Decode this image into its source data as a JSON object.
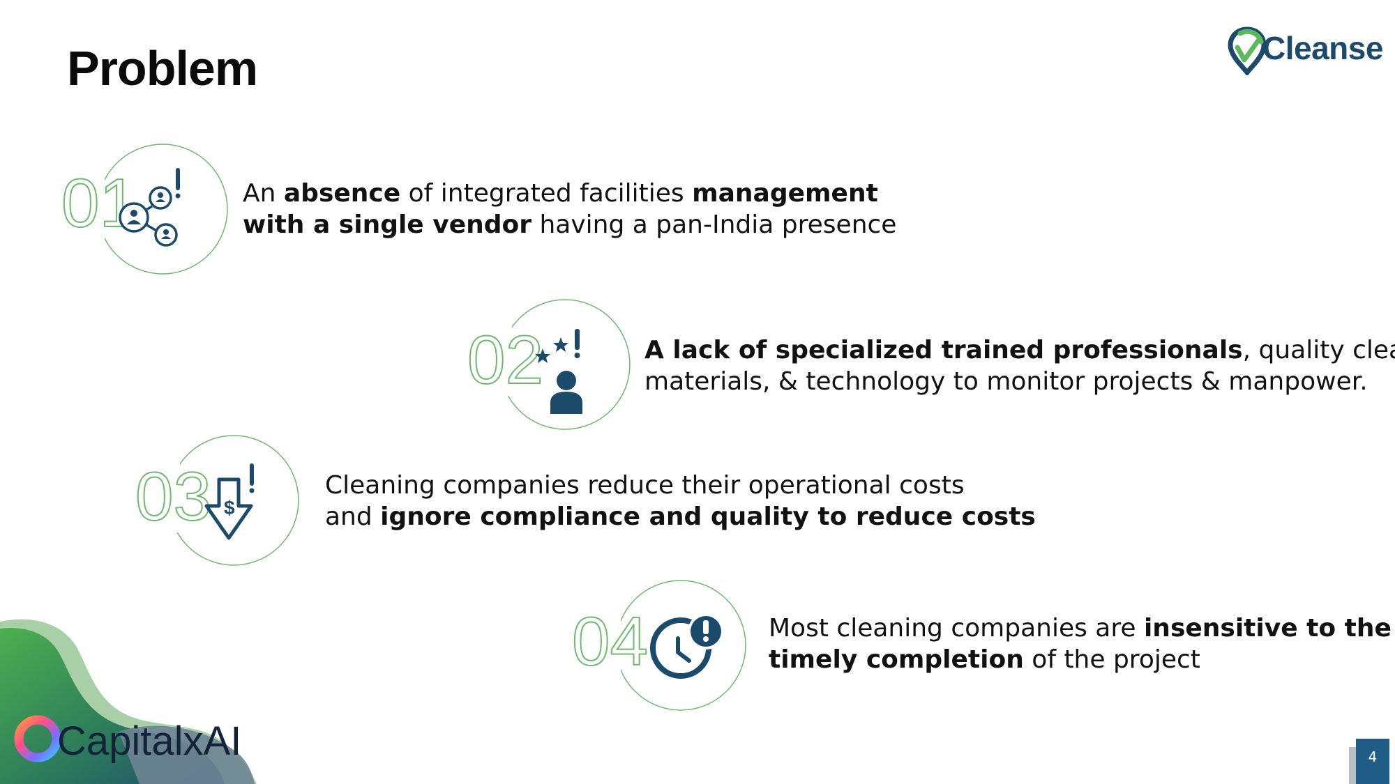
{
  "slide": {
    "title": "Problem",
    "page_number": "4"
  },
  "logo": {
    "text": "Cleanse"
  },
  "brand": {
    "text": "CapitalxAI"
  },
  "colors": {
    "accent_green": "#6fb86f",
    "icon_navy": "#1b4a6b",
    "page_box": "#1f5d87"
  },
  "problems": [
    {
      "number": "01",
      "icon": "network-alert-icon",
      "line1": [
        {
          "text": "An ",
          "bold": false
        },
        {
          "text": "absence",
          "bold": true
        },
        {
          "text": " of integrated facilities ",
          "bold": false
        },
        {
          "text": "management",
          "bold": true
        }
      ],
      "line2": [
        {
          "text": "with a single vendor",
          "bold": true
        },
        {
          "text": " having a pan-India presence",
          "bold": false
        }
      ]
    },
    {
      "number": "02",
      "icon": "person-stars-alert-icon",
      "line1": [
        {
          "text": "A lack of specialized trained professionals",
          "bold": true
        },
        {
          "text": ", quality cleaning",
          "bold": false
        }
      ],
      "line2": [
        {
          "text": "materials, & technology to monitor projects & manpower.",
          "bold": false
        }
      ]
    },
    {
      "number": "03",
      "icon": "cost-down-alert-icon",
      "line1": [
        {
          "text": "Cleaning companies reduce their operational costs",
          "bold": false
        }
      ],
      "line2": [
        {
          "text": "and ",
          "bold": false
        },
        {
          "text": "ignore compliance and quality to reduce costs",
          "bold": true
        }
      ]
    },
    {
      "number": "04",
      "icon": "clock-alert-icon",
      "line1": [
        {
          "text": "Most cleaning companies are ",
          "bold": false
        },
        {
          "text": "insensitive to the",
          "bold": true
        }
      ],
      "line2": [
        {
          "text": "timely completion",
          "bold": true
        },
        {
          "text": " of the project",
          "bold": false
        }
      ]
    }
  ]
}
